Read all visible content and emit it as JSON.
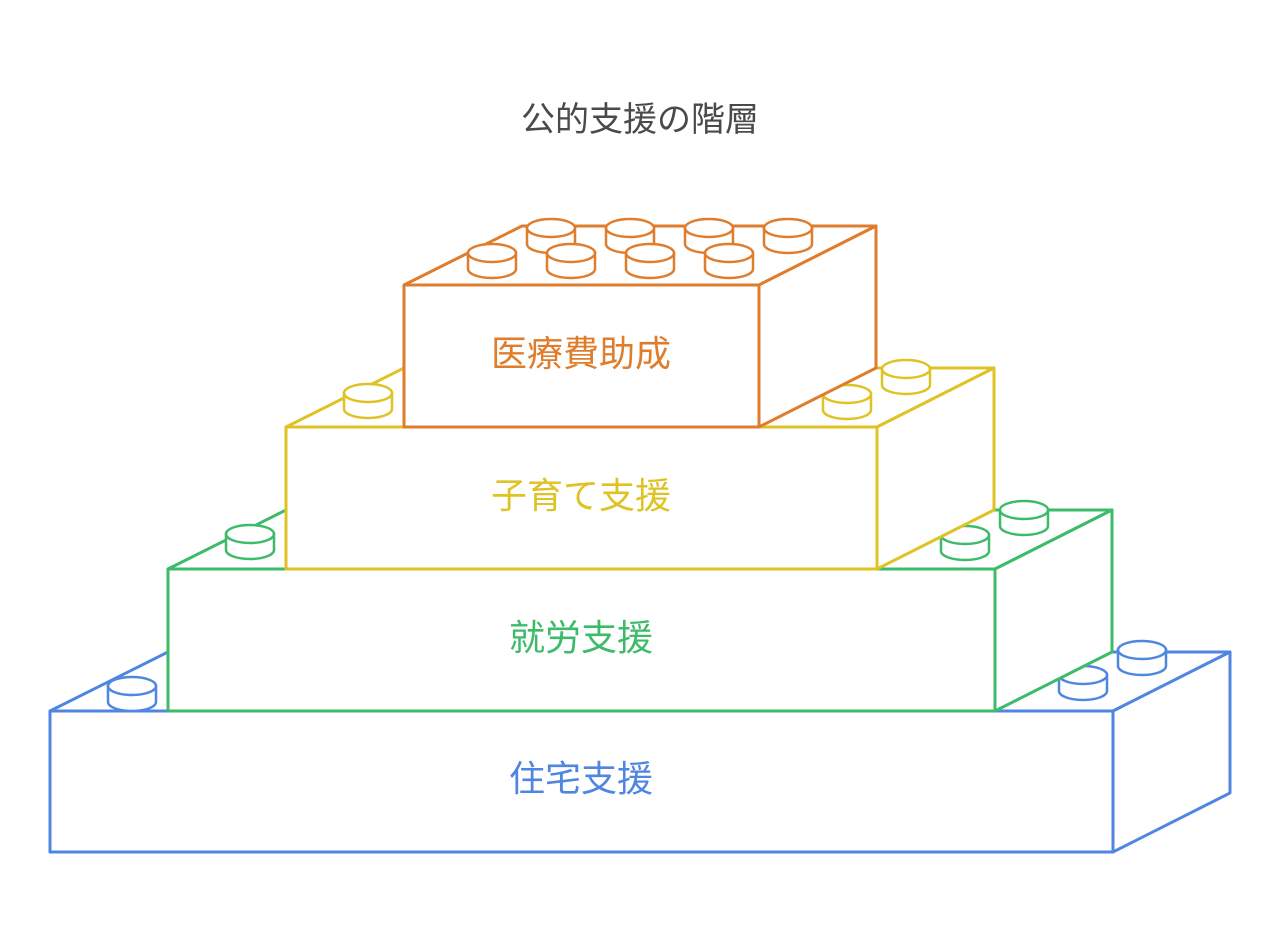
{
  "title": "公的支援の階層",
  "layers": [
    {
      "id": "housing",
      "label": "住宅支援",
      "color": "#4f86e0"
    },
    {
      "id": "employment",
      "label": "就労支援",
      "color": "#3dbb6a"
    },
    {
      "id": "childcare",
      "label": "子育て支援",
      "color": "#dfc224"
    },
    {
      "id": "medical",
      "label": "医療費助成",
      "color": "#e07d2c"
    }
  ]
}
